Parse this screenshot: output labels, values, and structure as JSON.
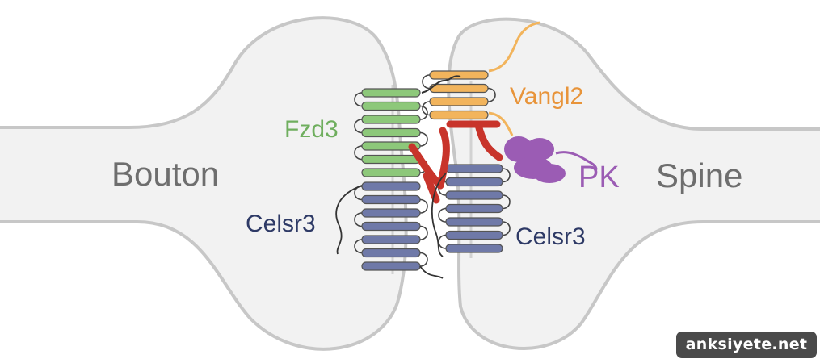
{
  "labels": {
    "bouton": "Bouton",
    "spine": "Spine",
    "fzd3": "Fzd3",
    "vangl2": "Vangl2",
    "pk": "PK",
    "celsr3_left": "Celsr3",
    "celsr3_right": "Celsr3"
  },
  "watermark": "anksiyete.net",
  "colors": {
    "fzd3": "#8dc87a",
    "vangl2": "#f2b45c",
    "pk": "#9b5cb4",
    "celsr3": "#6f79a8",
    "linker": "#c8342b",
    "membrane": "#c7c7c7",
    "cell_fill": "#f2f2f2",
    "text_grey": "#6e6e6e",
    "text_fzd3": "#6fae5e",
    "text_vangl2": "#e8943a",
    "text_pk": "#9b5cb4",
    "text_celsr3": "#2e3a66"
  }
}
